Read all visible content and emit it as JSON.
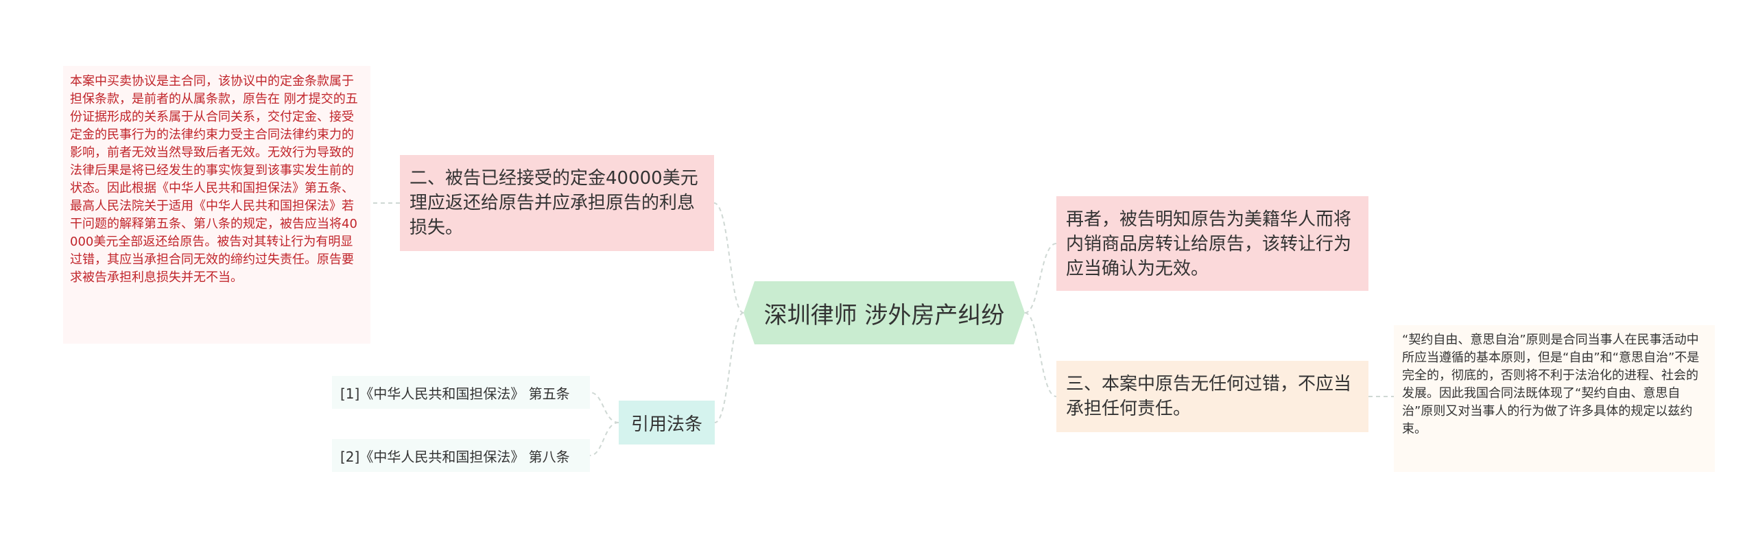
{
  "center": {
    "label": "深圳律师 涉外房产纠纷"
  },
  "left_branch_1": {
    "label": "二、被告已经接受的定金40000美元理应返还给原告并应承担原告的利息损失。",
    "detail": "本案中买卖协议是主合同，该协议中的定金条款属于担保条款，是前者的从属条款，原告在 刚才提交的五份证据形成的关系属于从合同关系，交付定金、接受定金的民事行为的法律约束力受主合同法律约束力的影响，前者无效当然导致后者无效。无效行为导致的法律后果是将已经发生的事实恢复到该事实发生前的状态。因此根据《中华人民共和国担保法》第五条、最高人民法院关于适用《中华人民共和国担保法》若干问题的解释第五条、第八条的规定，被告应当将40000美元全部返还给原告。被告对其转让行为有明显过错，其应当承担合同无效的缔约过失责任。原告要求被告承担利息损失并无不当。"
  },
  "left_branch_2": {
    "label": "引用法条",
    "items": [
      "[1]《中华人民共和国担保法》 第五条",
      "[2]《中华人民共和国担保法》 第八条"
    ]
  },
  "right_branch_1": {
    "label": "再者，被告明知原告为美籍华人而将内销商品房转让给原告，该转让行为应当确认为无效。"
  },
  "right_branch_2": {
    "label": "三、本案中原告无任何过错，不应当承担任何责任。",
    "detail": "“契约自由、意思自治”原则是合同当事人在民事活动中所应当遵循的基本原则，但是“自由”和“意思自治”不是完全的，彻底的，否则将不利于法治化的进程、社会的发展。因此我国合同法既体现了“契约自由、意思自治”原则又对当事人的行为做了许多具体的规定以兹约束。"
  },
  "colors": {
    "center": "#c9ecd0",
    "red_node": "#fbd9da",
    "peach_node": "#fdeee0",
    "teal_node": "#d5f3ee",
    "red_text": "#c0242a",
    "connector": "#cfd8d4"
  }
}
